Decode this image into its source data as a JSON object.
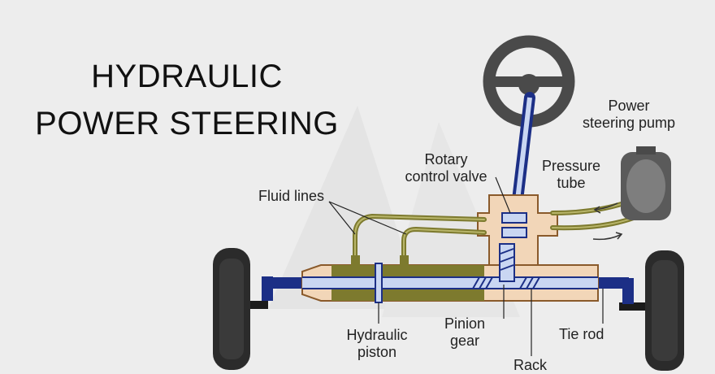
{
  "title": {
    "line1": "HYDRAULIC",
    "line2": "POWER STEERING"
  },
  "labels": {
    "power_steering_pump": [
      "Power",
      "steering pump"
    ],
    "rotary_control_valve": [
      "Rotary",
      "control valve"
    ],
    "pressure_tube": [
      "Pressure",
      "tube"
    ],
    "fluid_lines": "Fluid lines",
    "hydraulic_piston": [
      "Hydraulic",
      "piston"
    ],
    "pinion_gear": [
      "Pinion",
      "gear"
    ],
    "tie_rod": "Tie rod",
    "rack": "Rack"
  },
  "colors": {
    "background": "#ededed",
    "fluid": "#7d7a2e",
    "housing": "#f2d6b8",
    "housing_outline": "#8a5a2b",
    "rod": "#1c2f86",
    "rod_light": "#c9d6f2",
    "tire": "#2b2b2b"
  }
}
